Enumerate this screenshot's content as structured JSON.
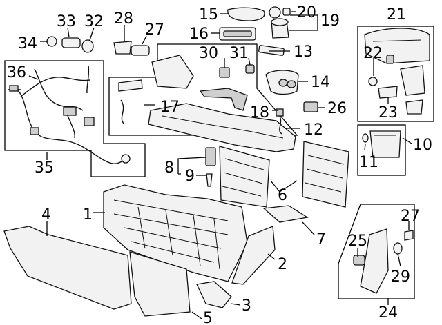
{
  "callouts": {
    "c1": "1",
    "c2": "2",
    "c3": "3",
    "c4": "4",
    "c5": "5",
    "c6": "6",
    "c7": "7",
    "c8": "8",
    "c9": "9",
    "c10": "10",
    "c11": "11",
    "c12": "12",
    "c13": "13",
    "c14": "14",
    "c15": "15",
    "c16": "16",
    "c17": "17",
    "c18": "18",
    "c19": "19",
    "c20": "20",
    "c21": "21",
    "c22": "22",
    "c23": "23",
    "c24": "24",
    "c25": "25",
    "c26": "26",
    "c27a": "27",
    "c27b": "27",
    "c28": "28",
    "c29": "29",
    "c30": "30",
    "c31": "31",
    "c32": "32",
    "c33": "33",
    "c34": "34",
    "c35": "35",
    "c36": "36"
  }
}
